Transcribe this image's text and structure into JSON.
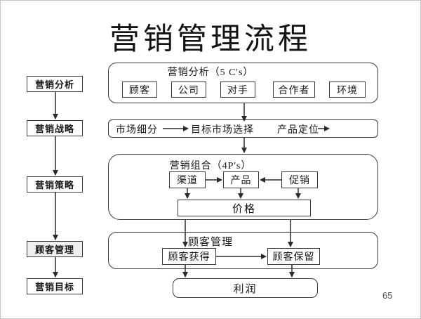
{
  "page": {
    "title": "营销管理流程",
    "page_number": "65"
  },
  "left_flow": {
    "items": [
      {
        "label": "营销分析"
      },
      {
        "label": "营销战略"
      },
      {
        "label": "营销策略"
      },
      {
        "label": "顾客管理"
      },
      {
        "label": "营销目标"
      }
    ]
  },
  "analysis": {
    "title": "营销分析（5 C's）",
    "items": [
      {
        "label": "顾客"
      },
      {
        "label": "公司"
      },
      {
        "label": "对手"
      },
      {
        "label": "合作者"
      },
      {
        "label": "环境"
      }
    ]
  },
  "strategy": {
    "segmentation": "市场细分",
    "targeting": "目标市场选择",
    "positioning": "产品定位"
  },
  "mix": {
    "title": "营销组合（4P's）",
    "place": "渠道",
    "product": "产品",
    "promotion": "促销",
    "price": "价格"
  },
  "customer": {
    "title": "顾客管理",
    "acquisition": "顾客获得",
    "retention": "顾客保留"
  },
  "profit": {
    "label": "利润"
  },
  "colors": {
    "line": "#2b2b2b",
    "shaded_fill": "#f0efec"
  }
}
